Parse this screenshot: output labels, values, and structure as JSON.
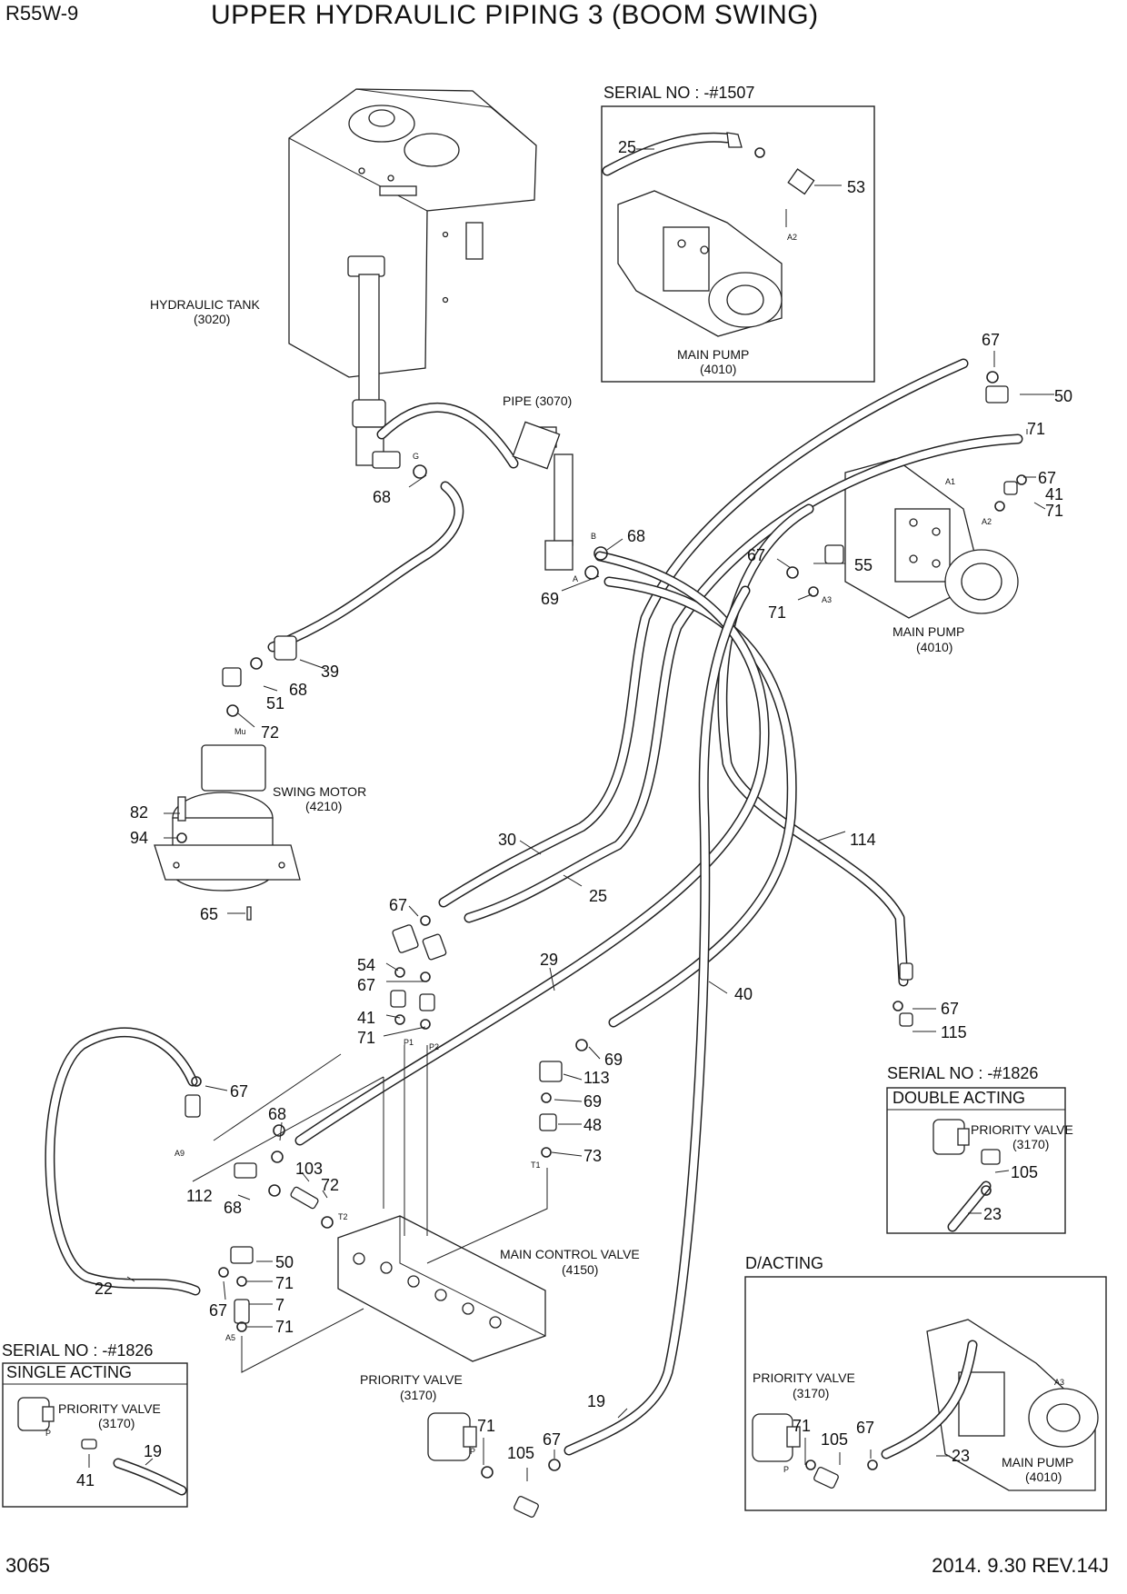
{
  "header": {
    "model": "R55W-9",
    "title": "UPPER HYDRAULIC PIPING 3 (BOOM SWING)"
  },
  "footer": {
    "page": "3065",
    "date_rev": "2014. 9.30  REV.14J"
  },
  "components": {
    "hydraulic_tank": [
      "HYDRAULIC TANK",
      "(3020)"
    ],
    "pipe": [
      "PIPE (3070)"
    ],
    "swing_motor": [
      "SWING MOTOR",
      "(4210)"
    ],
    "main_pump": [
      "MAIN PUMP",
      "(4010)"
    ],
    "main_control_valve": [
      "MAIN CONTROL VALVE",
      "(4150)"
    ],
    "priority_valve": [
      "PRIORITY VALVE",
      "(3170)"
    ]
  },
  "insets": {
    "serial_1507": "SERIAL NO : -#1507",
    "serial_1826": "SERIAL NO : -#1826",
    "double_acting": "DOUBLE ACTING",
    "single_acting": "SINGLE ACTING",
    "d_acting": "D/ACTING"
  },
  "ports": [
    "G",
    "B",
    "A",
    "Mu",
    "A1",
    "A2",
    "A3",
    "P1",
    "P2",
    "T1",
    "T2",
    "A9",
    "A5",
    "P"
  ],
  "callouts": [
    {
      "n": "25"
    },
    {
      "n": "53"
    },
    {
      "n": "67"
    },
    {
      "n": "50"
    },
    {
      "n": "71"
    },
    {
      "n": "67"
    },
    {
      "n": "41"
    },
    {
      "n": "71"
    },
    {
      "n": "68"
    },
    {
      "n": "68"
    },
    {
      "n": "69"
    },
    {
      "n": "67"
    },
    {
      "n": "55"
    },
    {
      "n": "71"
    },
    {
      "n": "39"
    },
    {
      "n": "68"
    },
    {
      "n": "51"
    },
    {
      "n": "72"
    },
    {
      "n": "82"
    },
    {
      "n": "94"
    },
    {
      "n": "65"
    },
    {
      "n": "30"
    },
    {
      "n": "25"
    },
    {
      "n": "114"
    },
    {
      "n": "67"
    },
    {
      "n": "54"
    },
    {
      "n": "67"
    },
    {
      "n": "29"
    },
    {
      "n": "40"
    },
    {
      "n": "41"
    },
    {
      "n": "71"
    },
    {
      "n": "67"
    },
    {
      "n": "115"
    },
    {
      "n": "69"
    },
    {
      "n": "113"
    },
    {
      "n": "69"
    },
    {
      "n": "48"
    },
    {
      "n": "73"
    },
    {
      "n": "67"
    },
    {
      "n": "68"
    },
    {
      "n": "103"
    },
    {
      "n": "72"
    },
    {
      "n": "112"
    },
    {
      "n": "68"
    },
    {
      "n": "50"
    },
    {
      "n": "71"
    },
    {
      "n": "7"
    },
    {
      "n": "71"
    },
    {
      "n": "22"
    },
    {
      "n": "67"
    },
    {
      "n": "105"
    },
    {
      "n": "23"
    },
    {
      "n": "19"
    },
    {
      "n": "41"
    },
    {
      "n": "71"
    },
    {
      "n": "105"
    },
    {
      "n": "67"
    },
    {
      "n": "19"
    },
    {
      "n": "71"
    },
    {
      "n": "105"
    },
    {
      "n": "67"
    },
    {
      "n": "23"
    }
  ]
}
